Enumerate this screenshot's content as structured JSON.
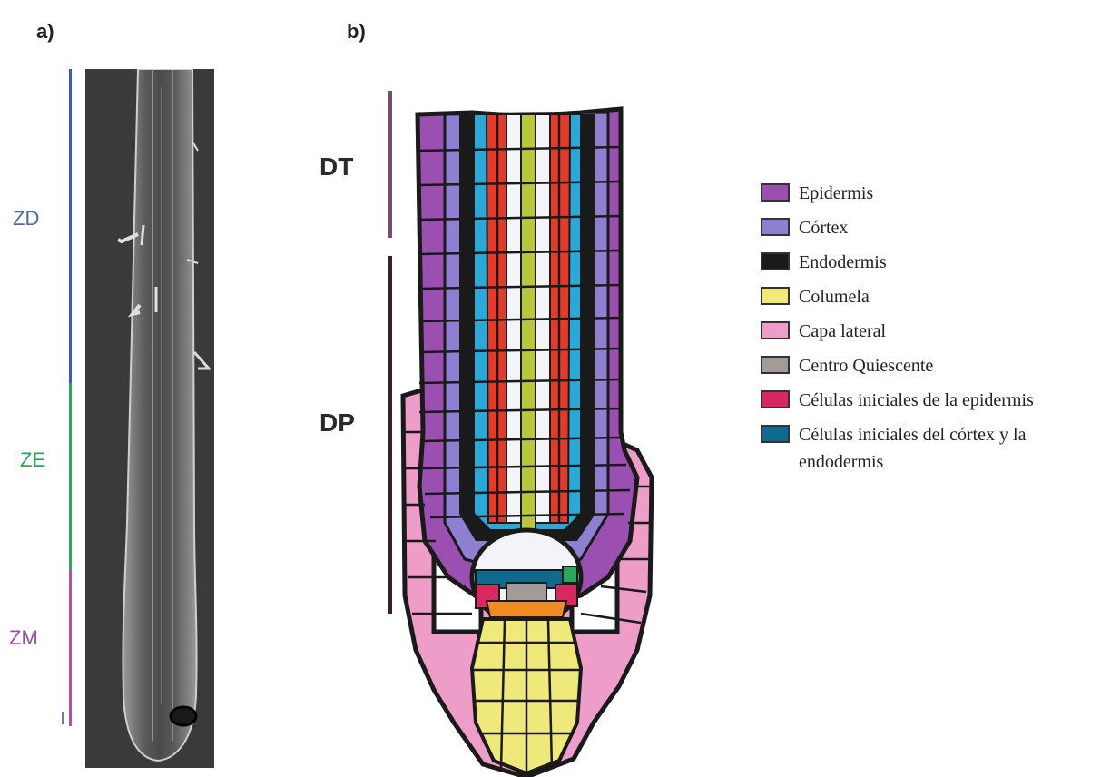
{
  "panels": {
    "a": "a)",
    "b": "b)"
  },
  "zones": [
    {
      "label": "ZD",
      "color": "#3b59c4",
      "text_color": "#4a6aa0"
    },
    {
      "label": "ZE",
      "color": "#2aa85a",
      "text_color": "#2aa85a"
    },
    {
      "label": "ZM",
      "color": "#b050a8",
      "text_color": "#9a4aa8"
    }
  ],
  "brackets": [
    {
      "label": "DT",
      "color": "#7a4a6a"
    },
    {
      "label": "DP",
      "color": "#3a1f2e"
    }
  ],
  "legend": [
    {
      "label": "Epidermis",
      "color": "#9b4fb0"
    },
    {
      "label": "Córtex",
      "color": "#8f7fd1"
    },
    {
      "label": "Endodermis",
      "color": "#1a1a1a"
    },
    {
      "label": "Columela",
      "color": "#efe87a"
    },
    {
      "label": "Capa lateral",
      "color": "#ee9cc8"
    },
    {
      "label": "Centro Quiescente",
      "color": "#a39a9a"
    },
    {
      "label": "Células iniciales de la epidermis",
      "color": "#d8285f"
    },
    {
      "label": "Células iniciales del córtex y la endodermis",
      "color": "#0f6a8e"
    }
  ]
}
